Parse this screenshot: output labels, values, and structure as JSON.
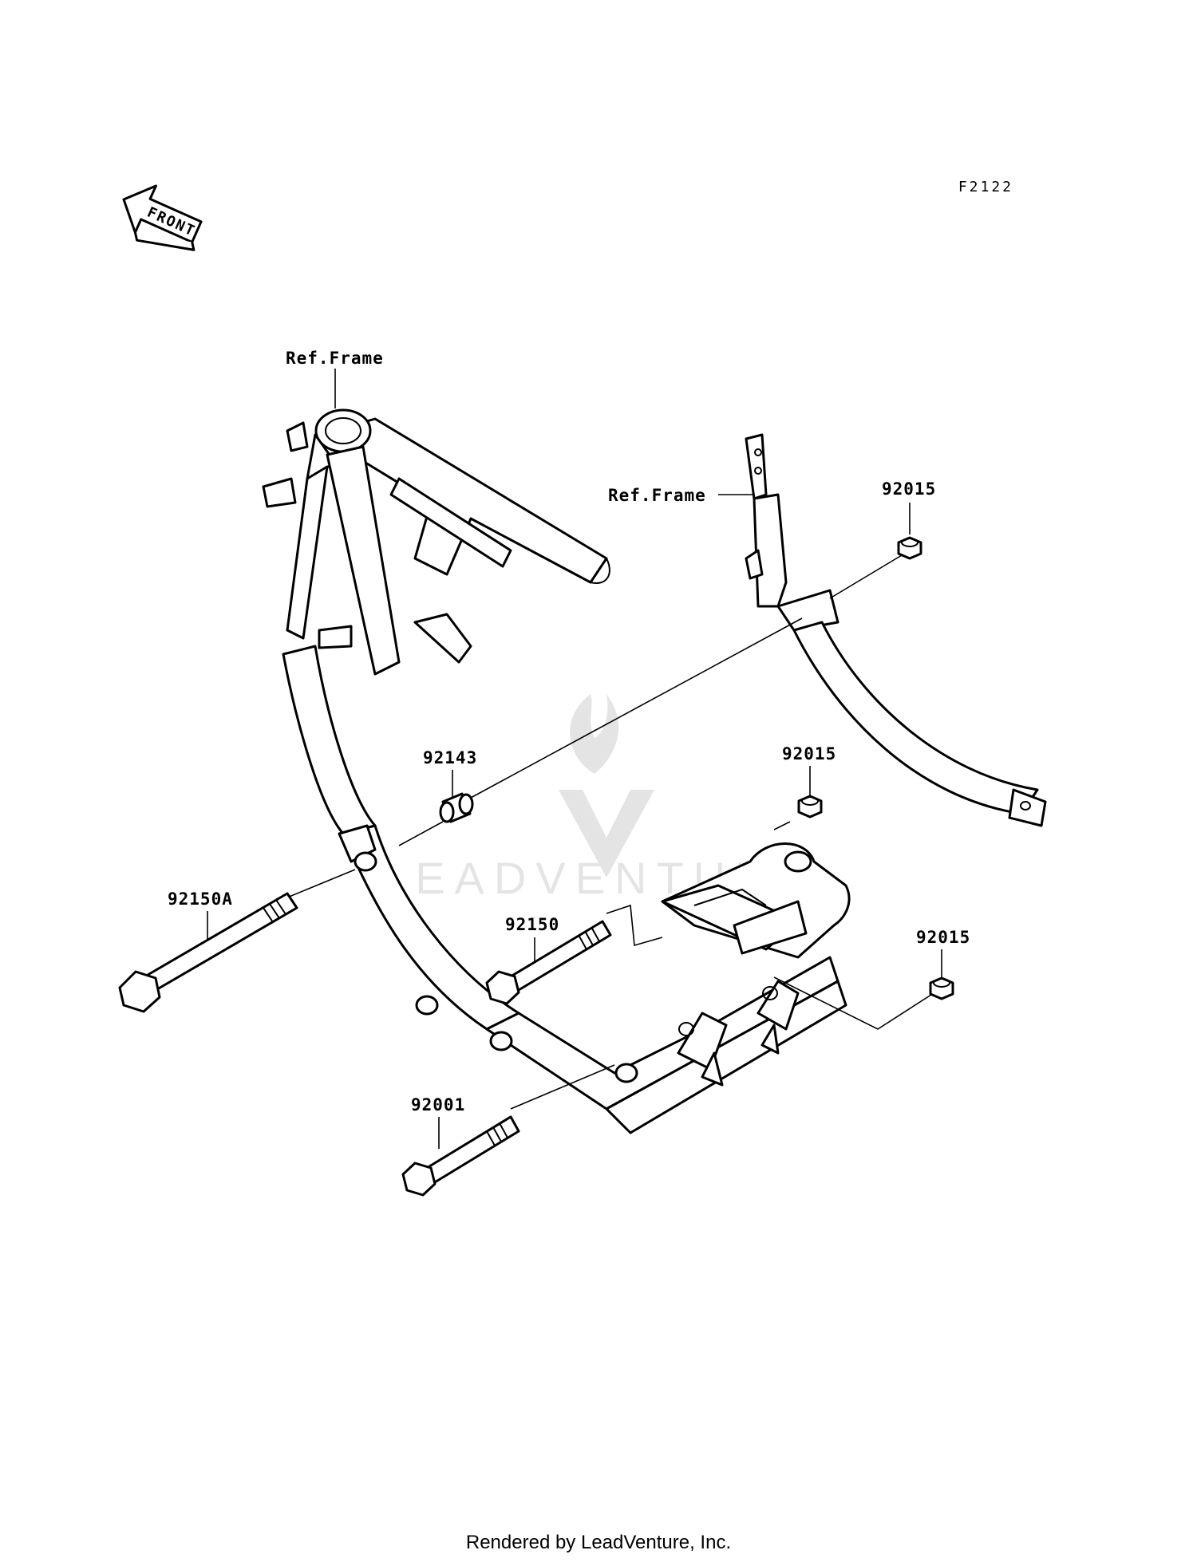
{
  "figure_code": "F2122",
  "front_label": "FRONT",
  "ref_frame_labels": [
    "Ref.Frame",
    "Ref.Frame"
  ],
  "parts": {
    "p92015_top": "92015",
    "p92015_mid": "92015",
    "p92015_low": "92015",
    "p92143": "92143",
    "p92150A": "92150A",
    "p92150": "92150",
    "p92001": "92001"
  },
  "watermark": "LEADVENTURE",
  "footer": "Rendered by LeadVenture, Inc."
}
